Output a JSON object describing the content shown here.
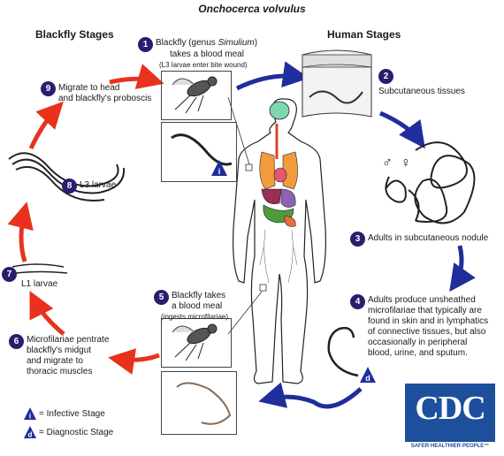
{
  "title": "Onchocerca volvulus",
  "headings": {
    "blackfly": "Blackfly Stages",
    "human": "Human Stages"
  },
  "steps": [
    {
      "num": "1",
      "line1_pre": "Blackfly (genus ",
      "line1_em": "Simulium",
      "line1_post": ")",
      "line2": "takes a blood meal",
      "note": "(L3 larvae enter bite wound)"
    },
    {
      "num": "2",
      "text": "Subcutaneous tissues"
    },
    {
      "num": "3",
      "text": "Adults in subcutaneous nodule"
    },
    {
      "num": "4",
      "lines": [
        "Adults produce unsheathed",
        "microfilariae that typically are",
        "found in skin and in lymphatics",
        "of connective tissues,  but also",
        "occasionally in peripheral",
        "blood, urine, and sputum."
      ]
    },
    {
      "num": "5",
      "line1": "Blackfly takes",
      "line2": "a blood meal",
      "note": "(ingests microfilariae)"
    },
    {
      "num": "6",
      "lines": [
        "Microfilariae pentrate",
        "blackfly's midgut",
        "and migrate to",
        "thoracic muscles"
      ]
    },
    {
      "num": "7",
      "text": "L1 larvae"
    },
    {
      "num": "8",
      "text": "L3 larvae"
    },
    {
      "num": "9",
      "lines": [
        "Migrate to head",
        "and blackfly's proboscis"
      ]
    }
  ],
  "sex_symbols": {
    "male": "♂",
    "female": "♀"
  },
  "legend": {
    "infective": {
      "symbol": "i",
      "text": "= Infective Stage"
    },
    "diagnostic": {
      "symbol": "d",
      "text": "= Diagnostic Stage"
    }
  },
  "cdc": {
    "logo": "CDC",
    "tagline": "SAFER·HEALTHIER·PEOPLE™"
  },
  "colors": {
    "blackfly_arrow": "#e8321e",
    "human_arrow": "#1f2e9b",
    "badge": "#2b1d6e",
    "cdc_blue": "#1d4f9c"
  }
}
